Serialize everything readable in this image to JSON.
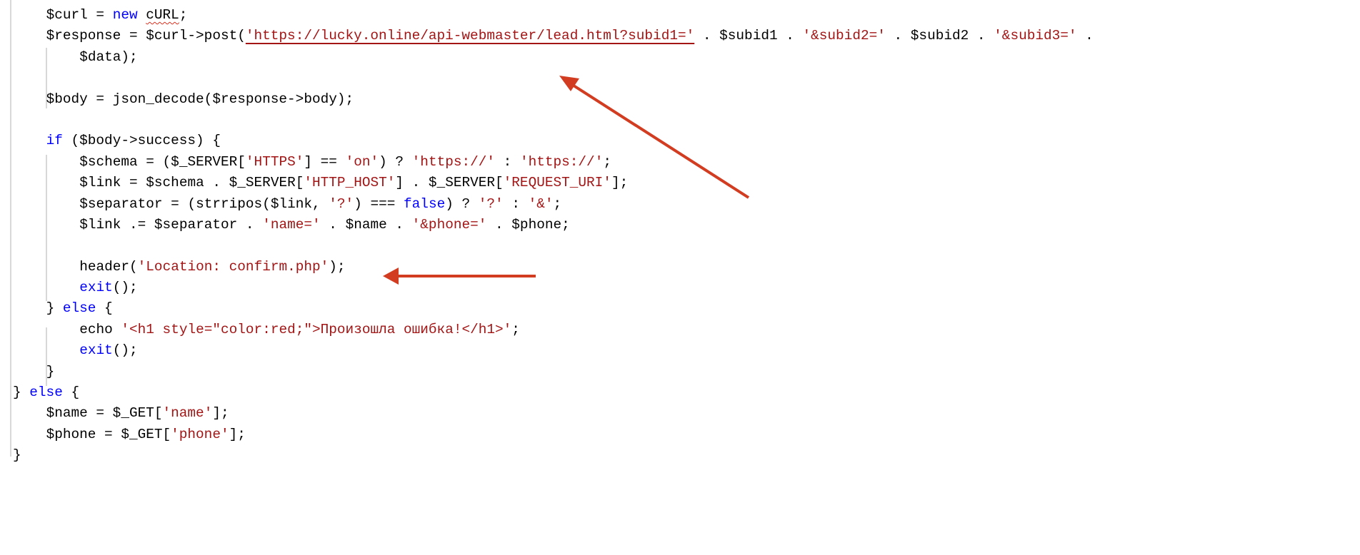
{
  "code": {
    "language": "php",
    "lines": [
      {
        "indent": 1,
        "tokens": [
          [
            "p",
            "$curl = "
          ],
          [
            "k",
            "new"
          ],
          [
            "p",
            " "
          ],
          [
            "p",
            "cURL",
            "squig"
          ],
          [
            "p",
            ";"
          ]
        ]
      },
      {
        "indent": 1,
        "tokens": [
          [
            "p",
            "$response = $curl->post("
          ],
          [
            "s",
            "'https://lucky.online/api-webmaster/lead.html?subid1='",
            "url"
          ],
          [
            "p",
            " . $subid1 . "
          ],
          [
            "s",
            "'&subid2='"
          ],
          [
            "p",
            " . $subid2 . "
          ],
          [
            "s",
            "'&subid3='"
          ],
          [
            "p",
            " ."
          ]
        ]
      },
      {
        "indent": 2,
        "tokens": [
          [
            "p",
            "$data);"
          ]
        ]
      },
      {
        "indent": 0,
        "tokens": []
      },
      {
        "indent": 1,
        "tokens": [
          [
            "p",
            "$body = json_decode($response->body);"
          ]
        ]
      },
      {
        "indent": 0,
        "tokens": []
      },
      {
        "indent": 1,
        "tokens": [
          [
            "k",
            "if"
          ],
          [
            "p",
            " ($body->success) {"
          ]
        ]
      },
      {
        "indent": 2,
        "tokens": [
          [
            "p",
            "$schema = ($_SERVER["
          ],
          [
            "s",
            "'HTTPS'"
          ],
          [
            "p",
            "] == "
          ],
          [
            "s",
            "'on'"
          ],
          [
            "p",
            ") ? "
          ],
          [
            "s",
            "'https://'"
          ],
          [
            "p",
            " : "
          ],
          [
            "s",
            "'https://'"
          ],
          [
            "p",
            ";"
          ]
        ]
      },
      {
        "indent": 2,
        "tokens": [
          [
            "p",
            "$link = $schema . $_SERVER["
          ],
          [
            "s",
            "'HTTP_HOST'"
          ],
          [
            "p",
            "] . $_SERVER["
          ],
          [
            "s",
            "'REQUEST_URI'"
          ],
          [
            "p",
            "];"
          ]
        ]
      },
      {
        "indent": 2,
        "tokens": [
          [
            "p",
            "$separator = (strripos($link, "
          ],
          [
            "s",
            "'?'"
          ],
          [
            "p",
            ") === "
          ],
          [
            "k",
            "false"
          ],
          [
            "p",
            ") ? "
          ],
          [
            "s",
            "'?'"
          ],
          [
            "p",
            " : "
          ],
          [
            "s",
            "'&'"
          ],
          [
            "p",
            ";"
          ]
        ]
      },
      {
        "indent": 2,
        "tokens": [
          [
            "p",
            "$link .= $separator . "
          ],
          [
            "s",
            "'name='"
          ],
          [
            "p",
            " . $name . "
          ],
          [
            "s",
            "'&phone='"
          ],
          [
            "p",
            " . $phone;"
          ]
        ]
      },
      {
        "indent": 0,
        "tokens": []
      },
      {
        "indent": 2,
        "tokens": [
          [
            "p",
            "header("
          ],
          [
            "s",
            "'Location: confirm.php'"
          ],
          [
            "p",
            ");"
          ]
        ]
      },
      {
        "indent": 2,
        "tokens": [
          [
            "k",
            "exit"
          ],
          [
            "p",
            "();"
          ]
        ]
      },
      {
        "indent": 1,
        "tokens": [
          [
            "p",
            "} "
          ],
          [
            "k",
            "else"
          ],
          [
            "p",
            " {"
          ]
        ]
      },
      {
        "indent": 2,
        "tokens": [
          [
            "p",
            "echo "
          ],
          [
            "s",
            "'<h1 style=\"color:red;\">Произошла ошибка!</h1>'"
          ],
          [
            "p",
            ";"
          ]
        ]
      },
      {
        "indent": 2,
        "tokens": [
          [
            "k",
            "exit"
          ],
          [
            "p",
            "();"
          ]
        ]
      },
      {
        "indent": 1,
        "tokens": [
          [
            "p",
            "}"
          ]
        ]
      },
      {
        "indent": 0,
        "tokens": [
          [
            "p",
            "} "
          ],
          [
            "k",
            "else"
          ],
          [
            "p",
            " {"
          ]
        ]
      },
      {
        "indent": 1,
        "tokens": [
          [
            "p",
            "$name = $_GET["
          ],
          [
            "s",
            "'name'"
          ],
          [
            "p",
            "];"
          ]
        ]
      },
      {
        "indent": 1,
        "tokens": [
          [
            "p",
            "$phone = $_GET["
          ],
          [
            "s",
            "'phone'"
          ],
          [
            "p",
            "];"
          ]
        ]
      },
      {
        "indent": 0,
        "tokens": [
          [
            "p",
            "}"
          ]
        ]
      }
    ]
  },
  "annotations": {
    "arrow_color": "#d23c20",
    "arrows": [
      "arrow-to-api-url",
      "arrow-to-redirect-header"
    ]
  },
  "colors": {
    "keyword": "#0000ff",
    "string": "#a31515",
    "text": "#000000"
  }
}
